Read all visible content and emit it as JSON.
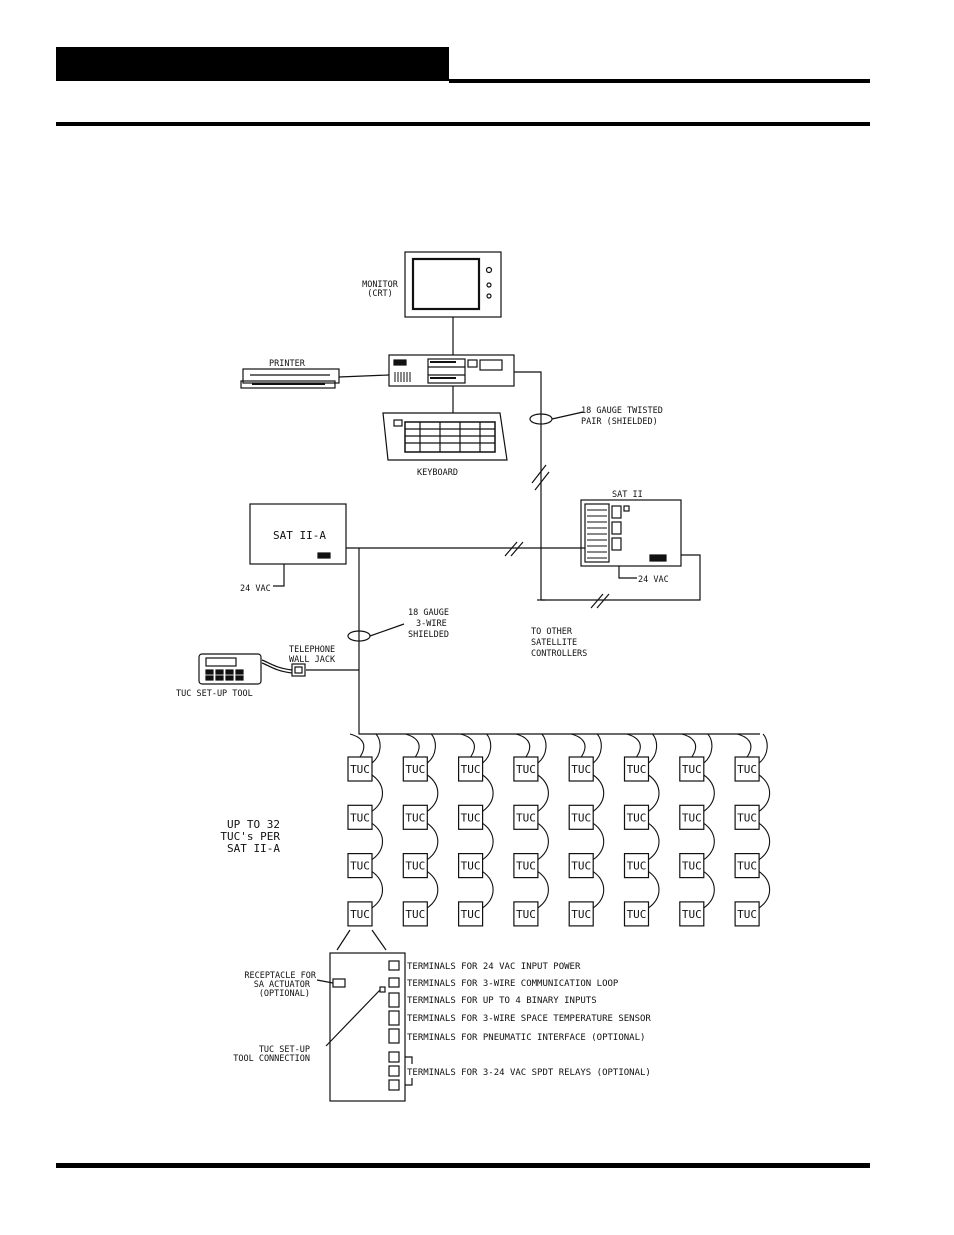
{
  "devices": {
    "monitor": "MONITOR",
    "monitor_sub": "(CRT)",
    "printer": "PRINTER",
    "keyboard": "KEYBOARD",
    "sat2a": "SAT II-A",
    "sat2": "SAT II",
    "vac_left": "24 VAC",
    "vac_right": "24 VAC",
    "tuc_tool": "TUC SET-UP TOOL"
  },
  "wiring": {
    "twisted_1": "18 GAUGE TWISTED",
    "twisted_2": "PAIR (SHIELDED)",
    "three_wire_1": "18 GAUGE",
    "three_wire_2": "3-WIRE",
    "three_wire_3": "SHIELDED",
    "jack_1": "TELEPHONE",
    "jack_2": "WALL JACK",
    "other_1": "TO OTHER",
    "other_2": "SATELLITE",
    "other_3": "CONTROLLERS"
  },
  "tuc_group": {
    "label_1": "UP TO 32",
    "label_2": "TUC's PER",
    "label_3": "SAT II-A",
    "unit_label": "TUC",
    "columns": 8,
    "rows": 4
  },
  "detail": {
    "receptacle_1": "RECEPTACLE FOR",
    "receptacle_2": "SA ACTUATOR",
    "receptacle_3": "(OPTIONAL)",
    "tool_conn_1": "TUC SET-UP",
    "tool_conn_2": "TOOL CONNECTION",
    "terminals": [
      "TERMINALS FOR 24 VAC INPUT POWER",
      "TERMINALS FOR 3-WIRE COMMUNICATION LOOP",
      "TERMINALS FOR UP TO 4 BINARY INPUTS",
      "TERMINALS FOR 3-WIRE SPACE TEMPERATURE SENSOR",
      "TERMINALS FOR PNEUMATIC INTERFACE (OPTIONAL)",
      "TERMINALS FOR 3-24 VAC SPDT RELAYS (OPTIONAL)"
    ]
  }
}
